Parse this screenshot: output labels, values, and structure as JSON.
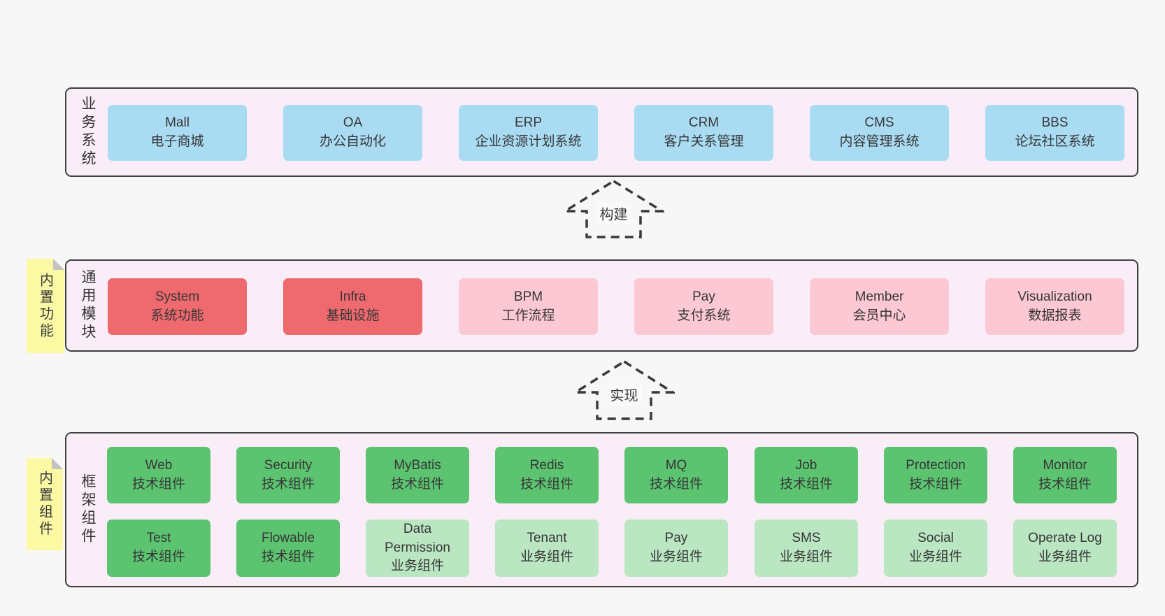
{
  "colors": {
    "page_bg": "#f7f7f7",
    "panel_bg": "#f9eef7",
    "panel_border": "#404040",
    "business_box": "#a9dcf3",
    "core_module_box": "#ef6a6e",
    "optional_module_box": "#fcc8d3",
    "tech_component_box": "#5cc470",
    "biz_component_box": "#bae6c2",
    "sticky_note": "#fbf9a3",
    "sticky_fold": "#c3c3c3"
  },
  "arrows": {
    "build": "构建",
    "implement": "实现"
  },
  "business": {
    "label": "业务系统",
    "items": [
      {
        "name": "Mall",
        "desc": "电子商城"
      },
      {
        "name": "OA",
        "desc": "办公自动化"
      },
      {
        "name": "ERP",
        "desc": "企业资源计划系统"
      },
      {
        "name": "CRM",
        "desc": "客户关系管理"
      },
      {
        "name": "CMS",
        "desc": "内容管理系统"
      },
      {
        "name": "BBS",
        "desc": "论坛社区系统"
      }
    ]
  },
  "modules": {
    "sticky": "内置功能",
    "label": "通用模块",
    "items": [
      {
        "name": "System",
        "desc": "系统功能",
        "variant": "red"
      },
      {
        "name": "Infra",
        "desc": "基础设施",
        "variant": "red"
      },
      {
        "name": "BPM",
        "desc": "工作流程",
        "variant": "pink"
      },
      {
        "name": "Pay",
        "desc": "支付系统",
        "variant": "pink"
      },
      {
        "name": "Member",
        "desc": "会员中心",
        "variant": "pink"
      },
      {
        "name": "Visualization",
        "desc": "数据报表",
        "variant": "pink"
      }
    ]
  },
  "components": {
    "sticky": "内置组件",
    "label": "框架组件",
    "row1": [
      {
        "name": "Web",
        "desc": "技术组件",
        "variant": "green"
      },
      {
        "name": "Security",
        "desc": "技术组件",
        "variant": "green"
      },
      {
        "name": "MyBatis",
        "desc": "技术组件",
        "variant": "green"
      },
      {
        "name": "Redis",
        "desc": "技术组件",
        "variant": "green"
      },
      {
        "name": "MQ",
        "desc": "技术组件",
        "variant": "green"
      },
      {
        "name": "Job",
        "desc": "技术组件",
        "variant": "green"
      },
      {
        "name": "Protection",
        "desc": "技术组件",
        "variant": "green"
      },
      {
        "name": "Monitor",
        "desc": "技术组件",
        "variant": "green"
      }
    ],
    "row2": [
      {
        "name": "Test",
        "desc": "技术组件",
        "variant": "green"
      },
      {
        "name": "Flowable",
        "desc": "技术组件",
        "variant": "green"
      },
      {
        "name": "Data Permission",
        "desc": "业务组件",
        "variant": "lgreen"
      },
      {
        "name": "Tenant",
        "desc": "业务组件",
        "variant": "lgreen"
      },
      {
        "name": "Pay",
        "desc": "业务组件",
        "variant": "lgreen"
      },
      {
        "name": "SMS",
        "desc": "业务组件",
        "variant": "lgreen"
      },
      {
        "name": "Social",
        "desc": "业务组件",
        "variant": "lgreen"
      },
      {
        "name": "Operate Log",
        "desc": "业务组件",
        "variant": "lgreen"
      }
    ]
  }
}
